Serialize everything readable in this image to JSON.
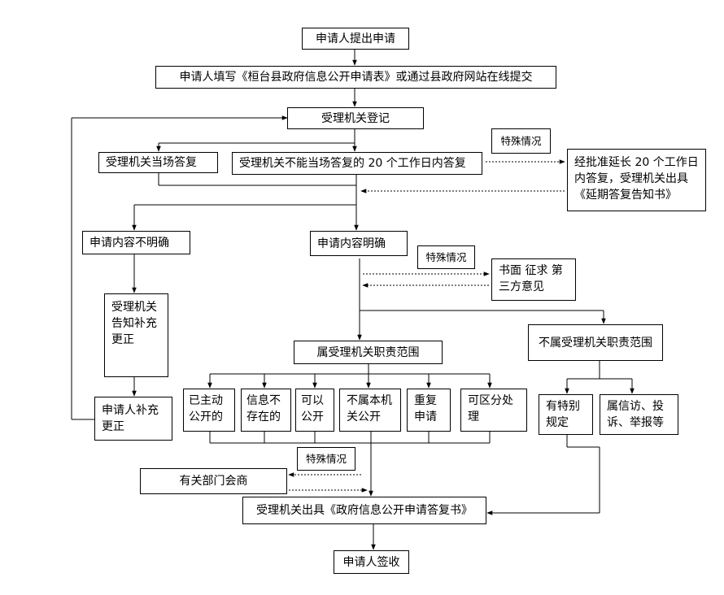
{
  "nodes": {
    "applicant_submit": "申请人提出申请",
    "fill_form": "申请人填写《桓台县政府信息公开申请表》或通过县政府网站在线提交",
    "register": "受理机关登记",
    "reply_onsite": "受理机关当场答复",
    "reply_20days": "受理机关不能当场答复的 20 个工作日内答复",
    "special_1": "特殊情况",
    "extend_reply": "经批准延长 20 个工作日\n内答复，受理机关出具\n《延期答复告知书》",
    "content_unclear": "申请内容不明确",
    "content_clear": "申请内容明确",
    "special_2": "特殊情况",
    "third_party": "书面 征求 第\n三方意见",
    "notify_correct": "受理机关\n告知补充\n更正",
    "applicant_correct": "申请人补充\n更正",
    "in_scope": "属受理机关职责范围",
    "out_scope": "不属受理机关职责范围",
    "already_public": "已主动\n公开的",
    "info_not_exist": "信息不\n存在的",
    "can_disclose": "可以\n公开",
    "not_disclosable": "不属本机\n关公开",
    "duplicate": "重复\n申请",
    "partial": "可区分处\n理",
    "special_rule": "有特别\n规定",
    "petition": "属信访、投\n诉、举报等",
    "special_3": "特殊情况",
    "consult": "有关部门会商",
    "issue_reply": "受理机关出具《政府信息公开申请答复书》",
    "sign_receipt": "申请人签收"
  }
}
